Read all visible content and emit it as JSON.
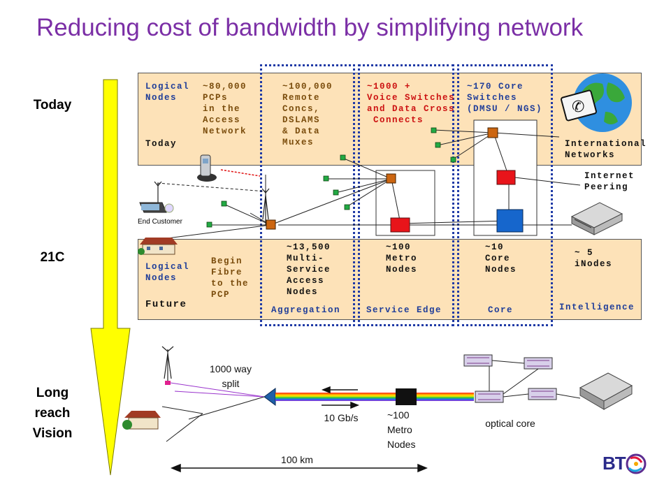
{
  "title": "Reducing cost of bandwidth by simplifying network",
  "eras": {
    "today": "Today",
    "c21": "21C",
    "vision": "Long\nreach\nVision"
  },
  "today_panel": {
    "logical_nodes": "Logical\nNodes",
    "pcps": "~80,000\nPCPs\nin the\nAccess\nNetwork",
    "remote": "~100,000\nRemote\nConcs,\nDSLAMS\n& Data\nMuxes",
    "voice": "~1000 +\nVoice Switches\nand Data Cross\n Connects",
    "core": "~170 Core\nSwitches\n(DMSU / NGS)",
    "today_label": "Today"
  },
  "future_panel": {
    "logical_nodes": "Logical\nNodes",
    "begin_fibre": "Begin\nFibre\nto the\nPCP",
    "msan": "~13,500\nMulti-\nService\nAccess\nNodes",
    "metro": "~100\nMetro\nNodes",
    "core": "~10\nCore\nNodes",
    "inodes": "~ 5\niNodes",
    "future_label": "Future"
  },
  "columns": [
    "Aggregation",
    "Service Edge",
    "Core",
    "Intelligence"
  ],
  "side_labels": {
    "international": "International\nNetworks",
    "internet": "Internet\nPeering",
    "end_customer": "End Customer"
  },
  "vision": {
    "split": "1000 way\nsplit",
    "speed": "10 Gb/s",
    "metro": "~100\nMetro\nNodes",
    "optical": "optical core",
    "distance": "100 km"
  },
  "logo_text": "BT",
  "colors": {
    "title": "#7b2fa6",
    "panel": "#fde2b8",
    "blue_text": "#1f3d99",
    "red_node": "#e8141a",
    "blue_node": "#1666cc",
    "arrow_yellow": "#ffff00"
  }
}
